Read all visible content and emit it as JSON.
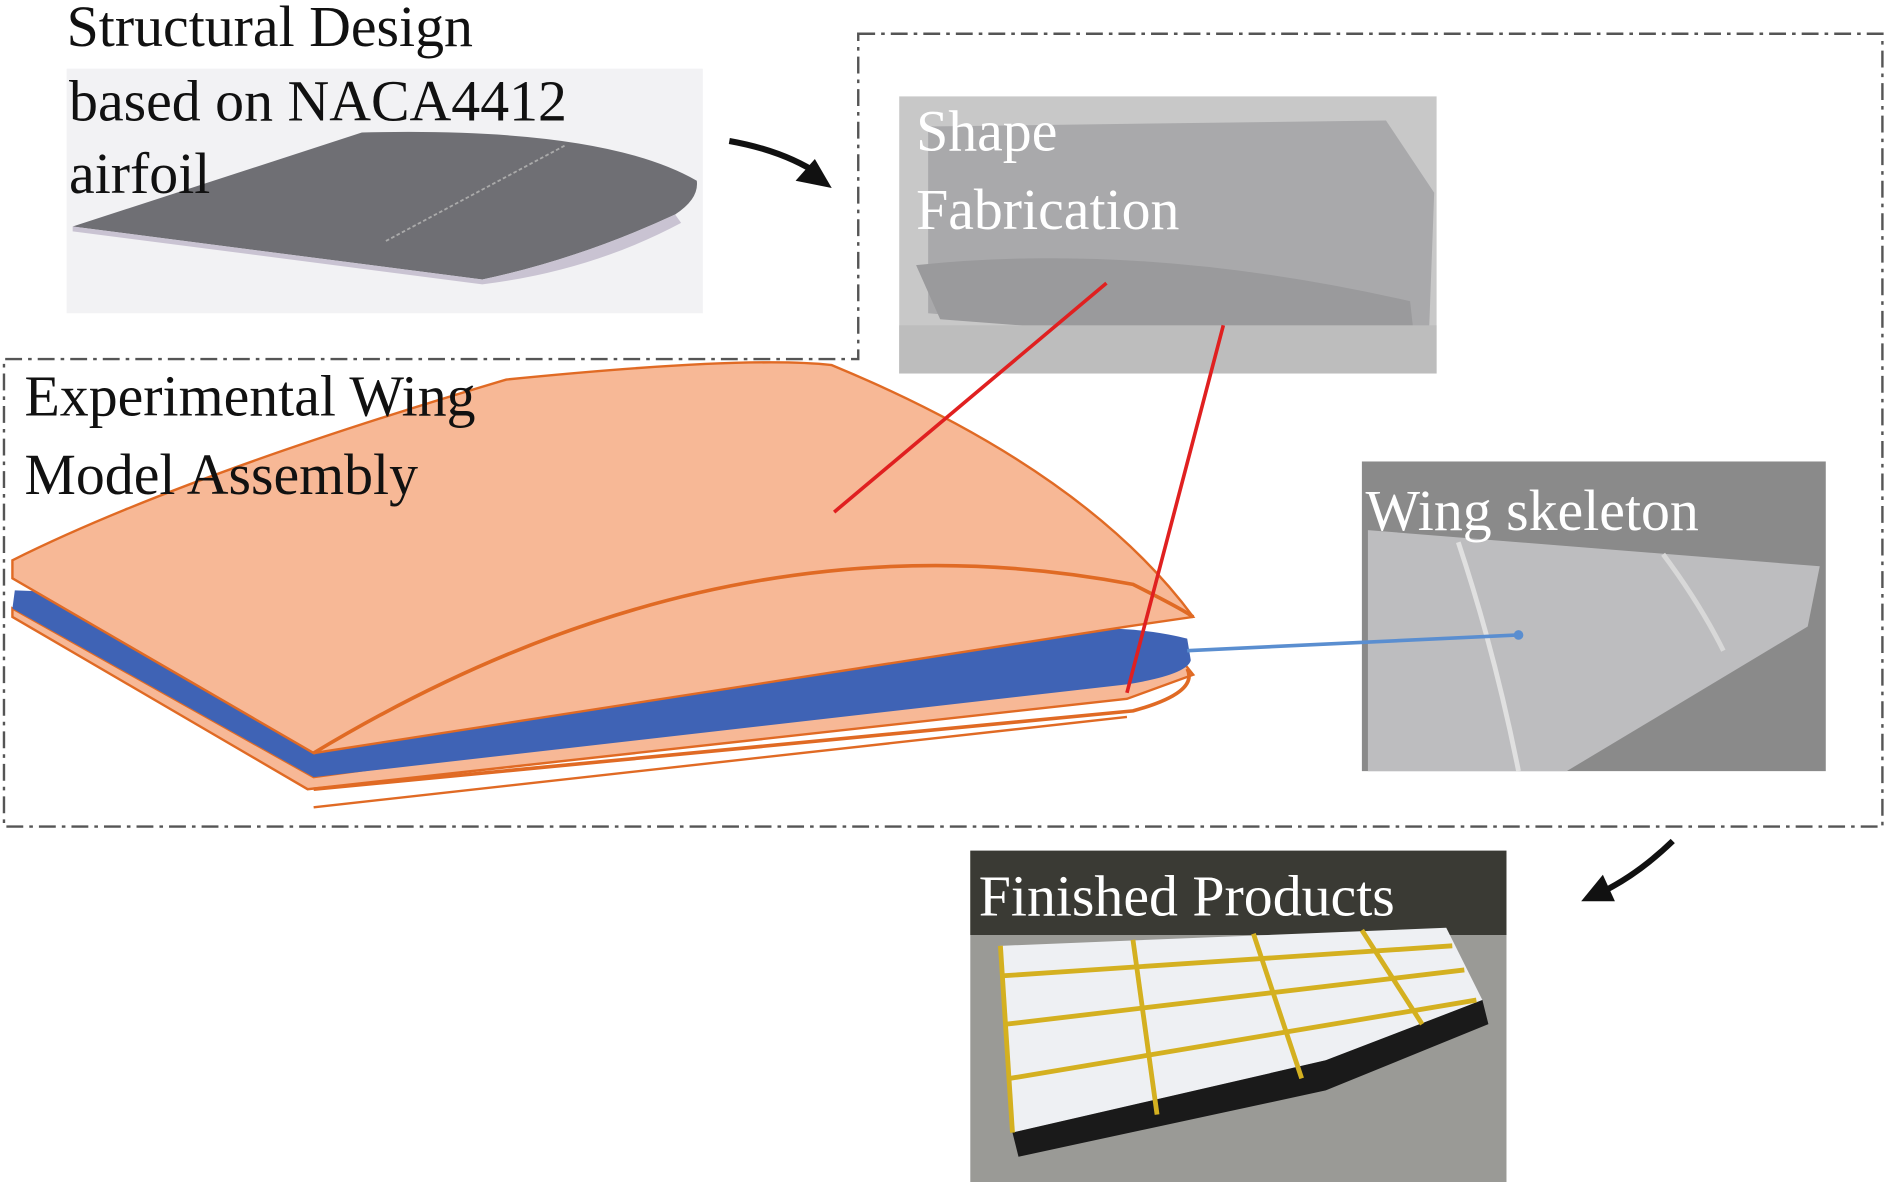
{
  "labels": {
    "structural_design": [
      "Structural Design",
      "based on NACA4412",
      "airfoil"
    ],
    "shape_fabrication": [
      "Shape",
      "Fabrication"
    ],
    "experimental_wing": [
      "Experimental Wing",
      "Model Assembly"
    ],
    "wing_skeleton": "Wing skeleton",
    "finished_products": "Finished Products"
  },
  "colors": {
    "skin": "#f7b896",
    "skin_edge": "#e06a24",
    "spar": "#3a5eb0",
    "pointer_red": "#e02020",
    "pointer_blue": "#5a8ed0",
    "dash": "#555555"
  }
}
